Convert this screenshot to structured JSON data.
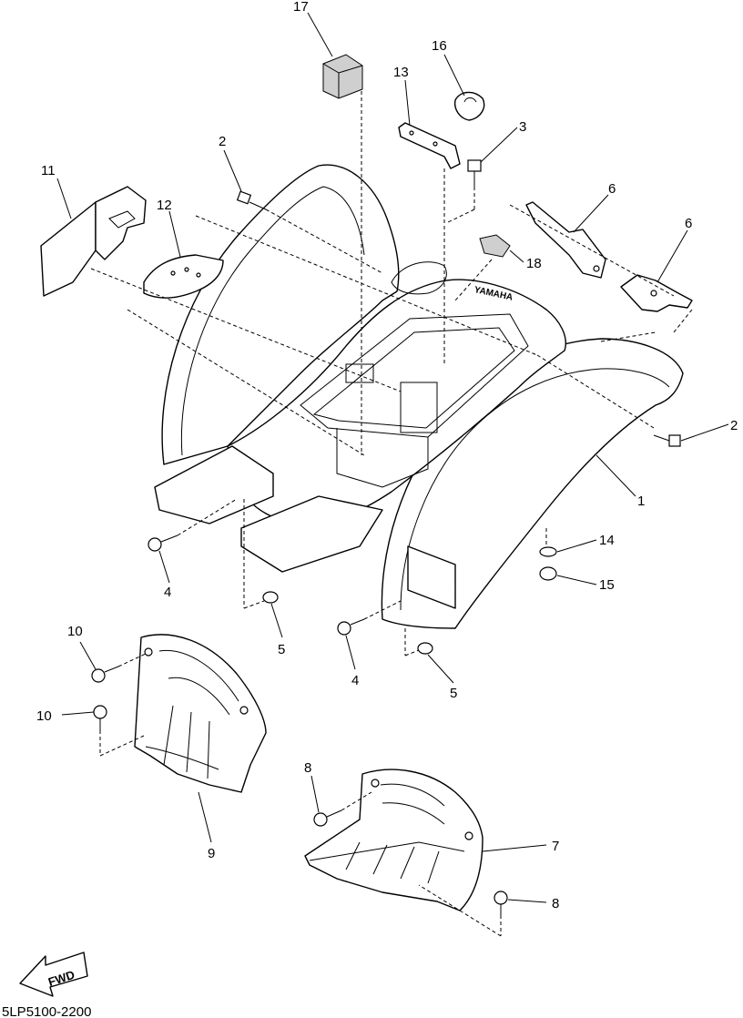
{
  "diagram": {
    "code": "5LP5100-2200",
    "fwd_label": "FWD",
    "callouts": {
      "c1": "1",
      "c2a": "2",
      "c2b": "2",
      "c3": "3",
      "c4a": "4",
      "c4b": "4",
      "c5a": "5",
      "c5b": "5",
      "c6a": "6",
      "c6b": "6",
      "c7": "7",
      "c8a": "8",
      "c8b": "8",
      "c9": "9",
      "c10a": "10",
      "c10b": "10",
      "c11": "11",
      "c12": "12",
      "c13": "13",
      "c14": "14",
      "c15": "15",
      "c16": "16",
      "c17": "17",
      "c18": "18"
    },
    "logo_text": "YAMAHA"
  }
}
